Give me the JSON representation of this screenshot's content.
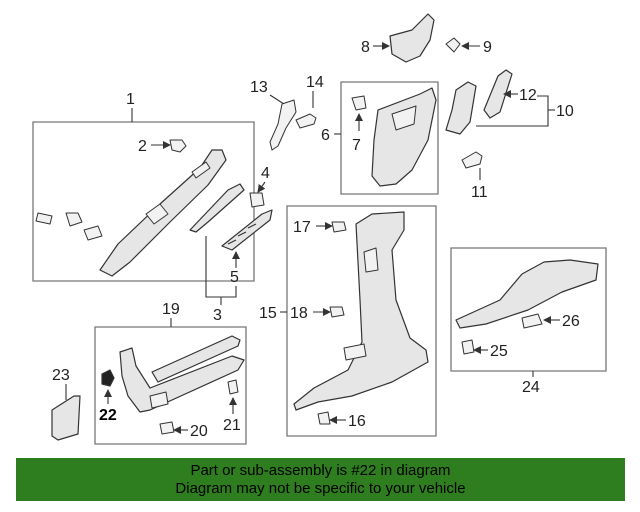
{
  "callouts": {
    "c1": "1",
    "c2": "2",
    "c3": "3",
    "c4": "4",
    "c5": "5",
    "c6": "6",
    "c7": "7",
    "c8": "8",
    "c9": "9",
    "c10": "10",
    "c11": "11",
    "c12": "12",
    "c13": "13",
    "c14": "14",
    "c15": "15",
    "c16": "16",
    "c17": "17",
    "c18": "18",
    "c19": "19",
    "c20": "20",
    "c21": "21",
    "c22": "22",
    "c23": "23",
    "c24": "24",
    "c25": "25",
    "c26": "26"
  },
  "highlighted_part": "22",
  "banner": {
    "line1": "Part or sub-assembly is #22 in diagram",
    "line2": "Diagram may not be specific to your vehicle",
    "color": "#2e7d1e"
  }
}
